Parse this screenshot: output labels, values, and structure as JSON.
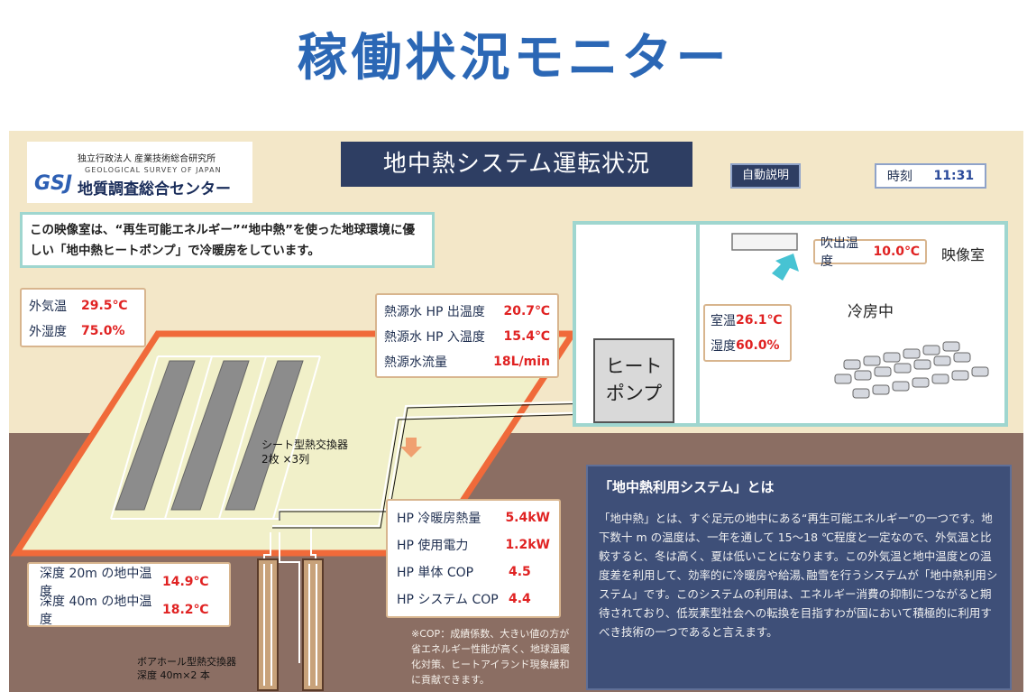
{
  "title": "稼働状況モニター",
  "logo": {
    "org": "独立行政法人 産業技術総合研究所",
    "org_en": "GEOLOGICAL SURVEY OF JAPAN",
    "org_jp": "地質調査総合センター",
    "mark": "GSJ"
  },
  "system_title": "地中熱システム運転状況",
  "auto_button": "自動説明",
  "clock": {
    "label": "時刻",
    "time": "11:31"
  },
  "intro": "この映像室は、“再生可能エネルギー”“地中熱”を使った地球環境に優しい「地中熱ヒートポンプ」で冷暖房をしています。",
  "weather": [
    {
      "label": "外気温",
      "value": "29.5℃"
    },
    {
      "label": "外湿度",
      "value": "75.0%"
    }
  ],
  "source_water": [
    {
      "label": "熱源水 HP 出温度",
      "value": "20.7℃"
    },
    {
      "label": "熱源水 HP 入温度",
      "value": "15.4℃"
    },
    {
      "label": "熱源水流量",
      "value": "18L/min"
    }
  ],
  "heat_pump_label": [
    "ヒート",
    "ポンプ"
  ],
  "room": {
    "outlet_label": "吹出温度",
    "outlet_value": "10.0℃",
    "name": "映像室",
    "status": "冷房中",
    "stats": [
      {
        "label": "室温",
        "value": "26.1℃"
      },
      {
        "label": "湿度",
        "value": "60.0%"
      }
    ]
  },
  "sheet_exchanger": [
    "シート型熱交換器",
    "2枚 ×3列"
  ],
  "hp_stats": [
    {
      "label": "HP 冷暖房熱量",
      "value": "5.4kW"
    },
    {
      "label": "HP 使用電力",
      "value": "1.2kW"
    },
    {
      "label": "HP 単体 COP",
      "value": "4.5"
    },
    {
      "label": "HP システム COP",
      "value": "4.4"
    }
  ],
  "ground_temps": [
    {
      "label": "深度 20m の地中温度",
      "value": "14.9℃"
    },
    {
      "label": "深度 40m の地中温度",
      "value": "18.2℃"
    }
  ],
  "borehole": [
    "ボアホール型熱交換器",
    "深度 40m×2 本"
  ],
  "cop_note": "※COP：成績係数、大きい値の方が省エネルギー性能が高く、地球温暖化対策、ヒートアイランド現象緩和に貢献できます。",
  "explainer": {
    "heading": "「地中熱利用システム」とは",
    "body": "「地中熱」とは、すぐ足元の地中にある“再生可能エネルギー”の一つです。地下数十 m の温度は、一年を通して 15〜18 ℃程度と一定なので、外気温と比較すると、冬は高く、夏は低いことになります。この外気温と地中温度との温度差を利用して、効率的に冷暖房や給湯､融雪を行うシステムが「地中熱利用システム」です。このシステムの利用は、エネルギー消費の抑制につながると期待されており、低炭素型社会への転換を目指すわが国において積極的に利用すべき技術の一つであると言えます。"
  },
  "colors": {
    "title": "#2b67b5",
    "panel_bg": "#f3e7c8",
    "ground": "#8b6e63",
    "value_red": "#e02222",
    "navy": "#2e3e63",
    "teal_border": "#9fd6cf",
    "orange_outline": "#f06a3a"
  }
}
